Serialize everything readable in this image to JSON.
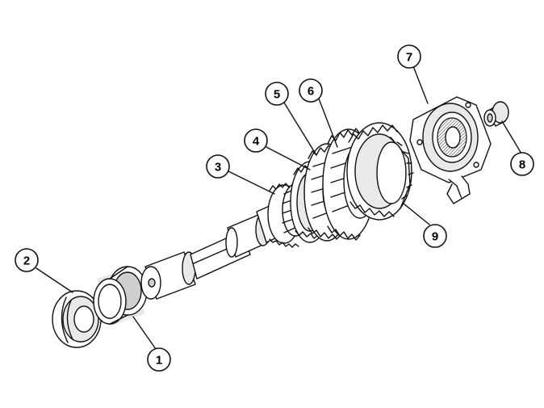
{
  "diagram": {
    "callouts": [
      {
        "id": "1",
        "label": "1"
      },
      {
        "id": "2",
        "label": "2"
      },
      {
        "id": "3",
        "label": "3"
      },
      {
        "id": "4",
        "label": "4"
      },
      {
        "id": "5",
        "label": "5"
      },
      {
        "id": "6",
        "label": "6"
      },
      {
        "id": "7",
        "label": "7"
      },
      {
        "id": "8",
        "label": "8"
      },
      {
        "id": "9",
        "label": "9"
      }
    ]
  },
  "colors": {
    "ink": "#111111",
    "fill": "#ffffff",
    "shade": "#e9e9e9"
  }
}
